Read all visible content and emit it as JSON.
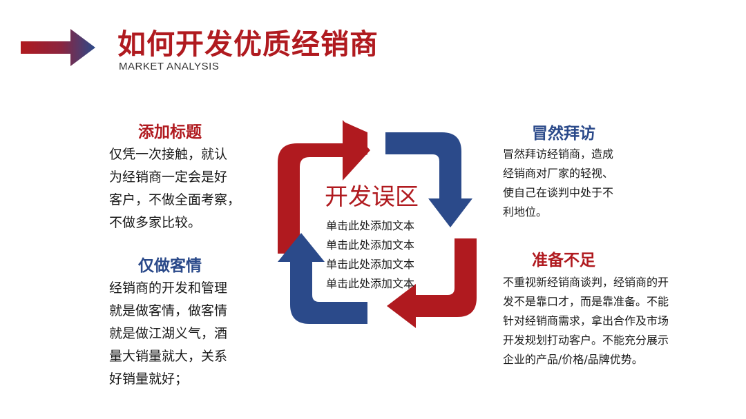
{
  "header": {
    "title": "如何开发优质经销商",
    "subtitle": "MARKET ANALYSIS"
  },
  "center": {
    "title": "开发误区",
    "lines": [
      "单击此处添加文本",
      "单击此处添加文本",
      "单击此处添加文本",
      "单击此处添加文本"
    ]
  },
  "blocks": {
    "top_left": {
      "title": "添加标题",
      "lines": [
        "仅凭一次接触，就认",
        "为经销商一定会是好",
        "客户，不做全面考察，",
        "不做多家比较。"
      ]
    },
    "bottom_left": {
      "title": "仅做客情",
      "lines": [
        "经销商的开发和管理",
        "就是做客情，做客情",
        "就是做江湖义气，酒",
        "量大销量就大，关系",
        "好销量就好；"
      ]
    },
    "top_right": {
      "title": "冒然拜访",
      "lines": [
        "冒然拜访经销商，造成",
        "经销商对厂家的轻视、",
        "使自己在谈判中处于不",
        "利地位。"
      ]
    },
    "bottom_right": {
      "title": "准备不足",
      "lines": [
        "不重视新经销商谈判，经销商的开",
        "发不是靠口才，而是靠准备。不能",
        "针对经销商需求，拿出合作及市场",
        "开发规划打动客户。不能充分展示",
        "企业的产品/价格/品牌优势。"
      ]
    }
  },
  "colors": {
    "red": "#b01a1f",
    "blue": "#2b4a8a"
  }
}
